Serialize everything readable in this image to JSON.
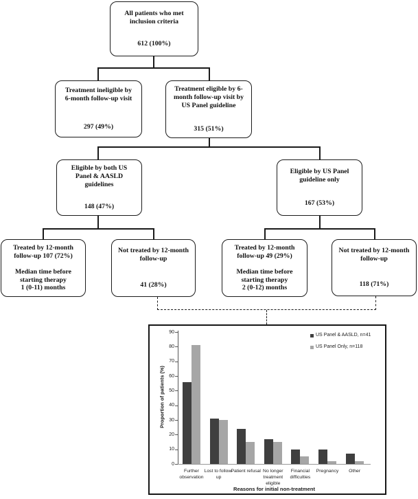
{
  "figure": {
    "flowchart": {
      "boxes": [
        {
          "name": "all-patients",
          "top": "All patients who met\ninclusion criteria",
          "bottom": "612 (100%)"
        },
        {
          "name": "treatment-ineligible",
          "top": "Treatment ineligible by\n6-month follow-up visit",
          "bottom": "297 (49%)"
        },
        {
          "name": "treatment-eligible",
          "top": "Treatment eligible by 6-\nmonth follow-up visit by\nUS Panel guideline",
          "bottom": "315 (51%)"
        },
        {
          "name": "eligible-both-guidelines",
          "top": "Eligible by both US\nPanel & AASLD\nguidelines",
          "bottom": "148 (47%)"
        },
        {
          "name": "eligible-us-panel-only",
          "top": "Eligible by US Panel\nguideline only",
          "bottom": "167 (53%)"
        },
        {
          "name": "treated-both",
          "top": "Treated by 12-month\nfollow-up 107 (72%)",
          "bottom": "Median time before\nstarting therapy\n1 (0-11) months"
        },
        {
          "name": "not-treated-both",
          "top": "Not treated by 12-month\nfollow-up",
          "bottom": "41 (28%)"
        },
        {
          "name": "treated-us-panel",
          "top": "Treated by 12-month\nfollow-up 49 (29%)",
          "bottom": "Median time before\nstarting therapy\n2 (0-12) months"
        },
        {
          "name": "not-treated-us-panel",
          "top": "Not treated by 12-month\nfollow-up",
          "bottom": "118 (71%)"
        }
      ]
    },
    "chart_data": {
      "type": "bar",
      "title": "",
      "xlabel": "Reasons for initial non-treatment",
      "ylabel": "Proportion of patients (%)",
      "ylim": [
        0,
        90
      ],
      "ytick_step": 10,
      "grid": false,
      "legend_position": "top-right",
      "categories": [
        "Further observation",
        "Lost to follow-up",
        "Patient refusal",
        "No longer treatment eligible",
        "Financial difficulties",
        "Pregnancy",
        "Other"
      ],
      "category_labels_display": [
        "Further\nobservation",
        "Lost to follow-\nup",
        "Patient refusal",
        "No longer\ntreatment\neligible",
        "Financial\ndifficulties",
        "Pregnancy",
        "Other"
      ],
      "series": [
        {
          "name": "US Panel & AASLD, n=41",
          "color": "#3f3f3f",
          "values": [
            56,
            31,
            24,
            17,
            10,
            10,
            7
          ]
        },
        {
          "name": "US Panel Only, n=118",
          "color": "#a6a6a6",
          "values": [
            81,
            30,
            15,
            15,
            5,
            2,
            2
          ]
        }
      ]
    }
  }
}
